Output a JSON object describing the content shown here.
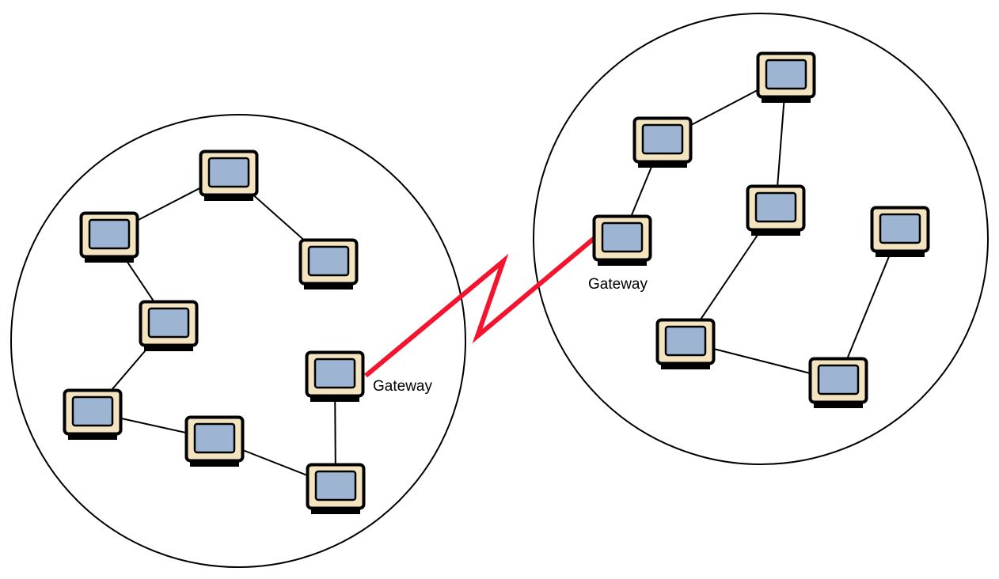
{
  "networks": [
    {
      "id": "left",
      "nodes": [
        "L1",
        "L2",
        "L3",
        "L4",
        "L5",
        "L6",
        "L7",
        "L8"
      ],
      "gateway": "L7",
      "gateway_label": "Gateway"
    },
    {
      "id": "right",
      "nodes": [
        "R1",
        "R2",
        "R3",
        "R4",
        "R5",
        "R6",
        "R7"
      ],
      "gateway": "R4",
      "gateway_label": "Gateway"
    }
  ],
  "edges": [
    [
      "L2",
      "L1"
    ],
    [
      "L1",
      "L3"
    ],
    [
      "L2",
      "L4"
    ],
    [
      "L4",
      "L5"
    ],
    [
      "L5",
      "L6"
    ],
    [
      "L6",
      "L8"
    ],
    [
      "L7",
      "L8"
    ],
    [
      "R2",
      "R1"
    ],
    [
      "R1",
      "R3"
    ],
    [
      "R2",
      "R4"
    ],
    [
      "R3",
      "R6"
    ],
    [
      "R6",
      "R7"
    ],
    [
      "R7",
      "R5"
    ]
  ],
  "link": {
    "from": "L7",
    "to": "R4",
    "style": "zigzag"
  },
  "colors": {
    "link": "#f5142d",
    "monitor_frame": "#f3e3bf",
    "screen": "#9db4d2",
    "outline": "#000000"
  }
}
